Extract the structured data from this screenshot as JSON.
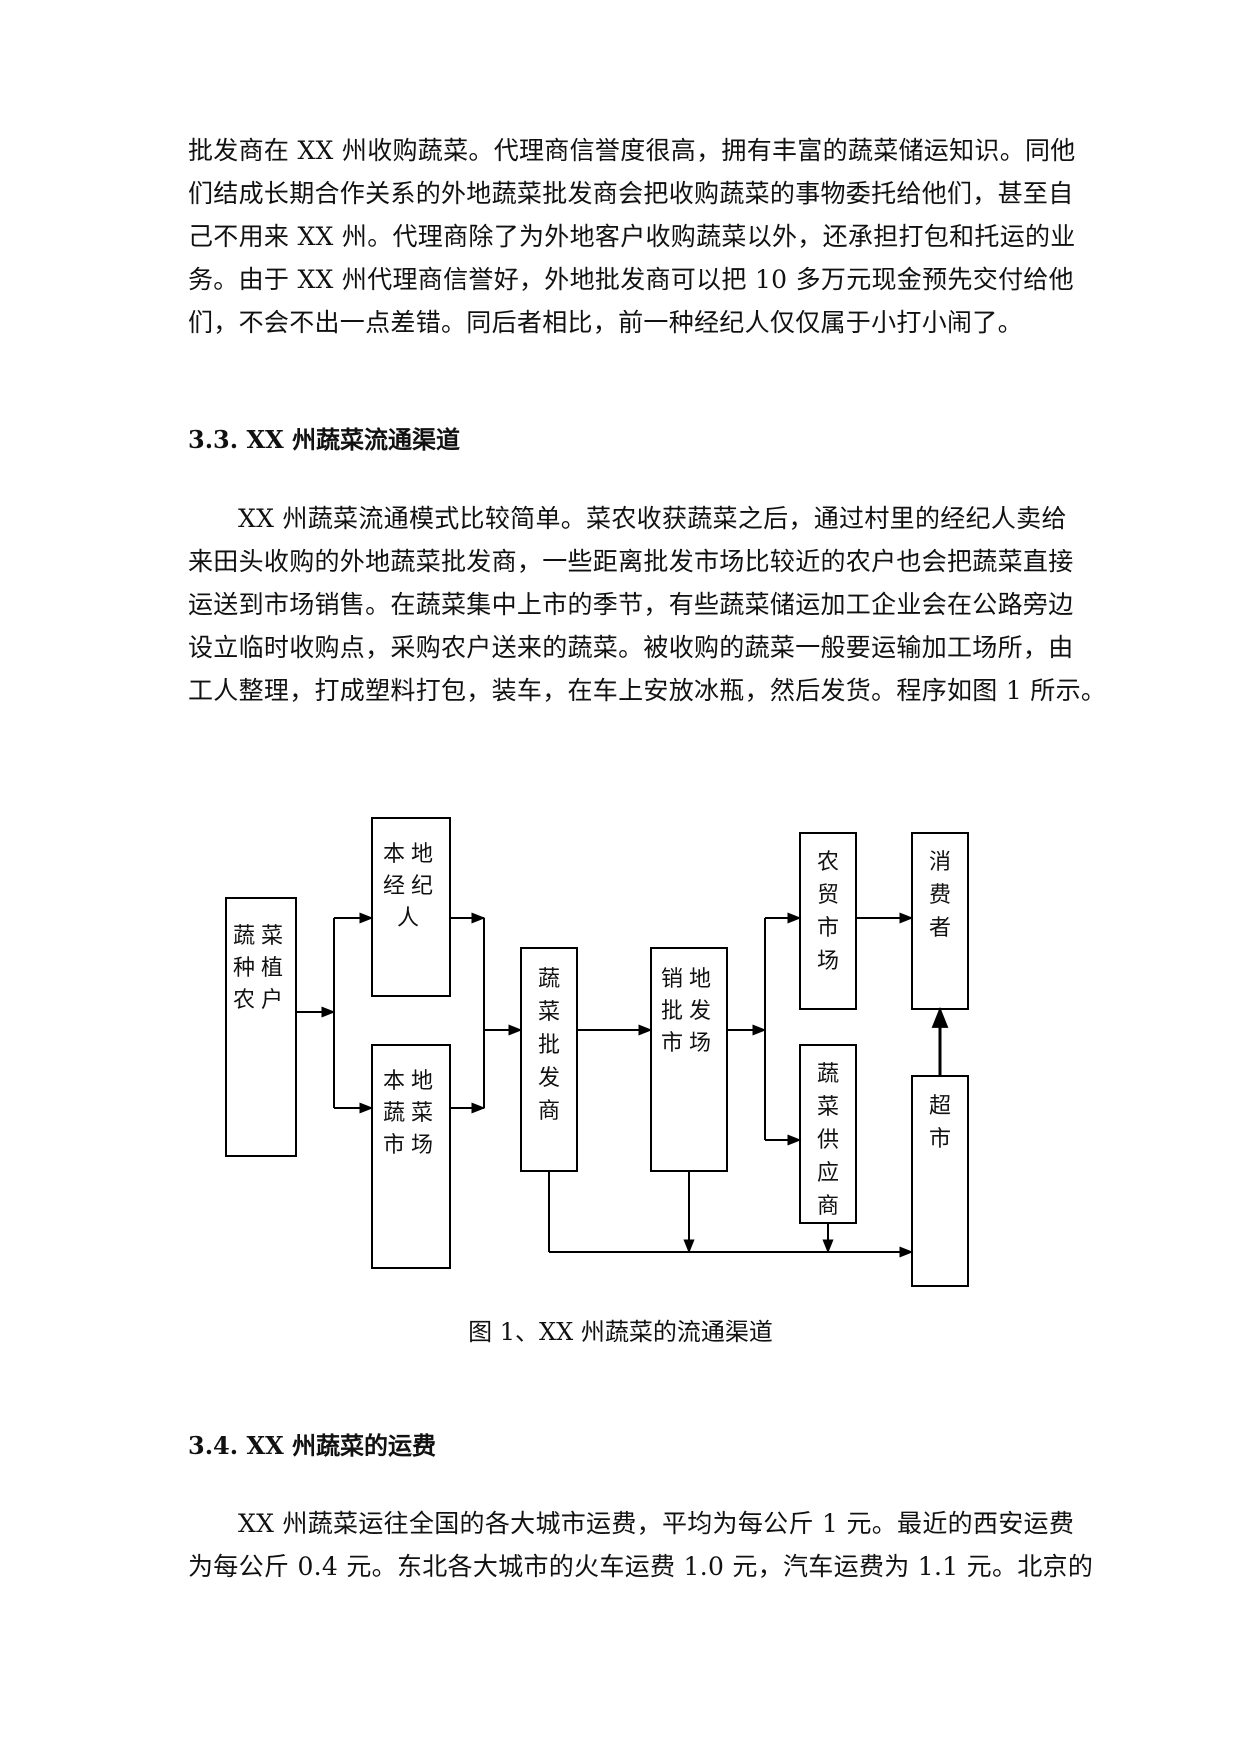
{
  "intro_paragraph": {
    "lines": [
      "批发商在 XX 州收购蔬菜。代理商信誉度很高，拥有丰富的蔬菜储运知识。同他",
      "们结成长期合作关系的外地蔬菜批发商会把收购蔬菜的事物委托给他们，甚至自",
      "己不用来 XX 州。代理商除了为外地客户收购蔬菜以外，还承担打包和托运的业",
      "务。由于 XX 州代理商信誉好，外地批发商可以把 10 多万元现金预先交付给他",
      "们，不会不出一点差错。同后者相比，前一种经纪人仅仅属于小打小闹了。"
    ]
  },
  "section_3_3": {
    "heading": "3.3.  XX 州蔬菜流通渠道",
    "lines": [
      "XX 州蔬菜流通模式比较简单。菜农收获蔬菜之后，通过村里的经纪人卖给",
      "来田头收购的外地蔬菜批发商，一些距离批发市场比较近的农户也会把蔬菜直接",
      "运送到市场销售。在蔬菜集中上市的季节，有些蔬菜储运加工企业会在公路旁边",
      "设立临时收购点，采购农户送来的蔬菜。被收购的蔬菜一般要运输加工场所，由",
      "工人整理，打成塑料打包，装车，在车上安放冰瓶，然后发货。程序如图 1 所示。"
    ]
  },
  "figure_1": {
    "caption": "图 1、XX 州蔬菜的流通渠道",
    "nodes": {
      "farmers": {
        "lines": [
          "蔬菜",
          "种植",
          "农户"
        ]
      },
      "local_broker": {
        "lines": [
          "本地",
          "经纪",
          "人"
        ]
      },
      "local_market": {
        "lines": [
          "本地",
          "蔬菜",
          "市场"
        ]
      },
      "wholesaler": {
        "lines": [
          "蔬",
          "菜",
          "批",
          "发",
          "商"
        ]
      },
      "destination_wholesale_market": {
        "lines": [
          "销地",
          "批发",
          "市场"
        ]
      },
      "farmers_market": {
        "lines": [
          "农",
          "贸",
          "市",
          "场"
        ]
      },
      "vegetable_supplier": {
        "lines": [
          "蔬",
          "菜",
          "供",
          "应",
          "商"
        ]
      },
      "consumer": {
        "lines": [
          "消",
          "费",
          "者"
        ]
      },
      "supermarket": {
        "lines": [
          "超",
          "市"
        ]
      }
    }
  },
  "section_3_4": {
    "heading": "3.4.  XX 州蔬菜的运费",
    "lines": [
      "XX 州蔬菜运往全国的各大城市运费，平均为每公斤 1 元。最近的西安运费",
      "为每公斤 0.4 元。东北各大城市的火车运费 1.0 元，汽车运费为 1.1 元。北京的"
    ]
  }
}
